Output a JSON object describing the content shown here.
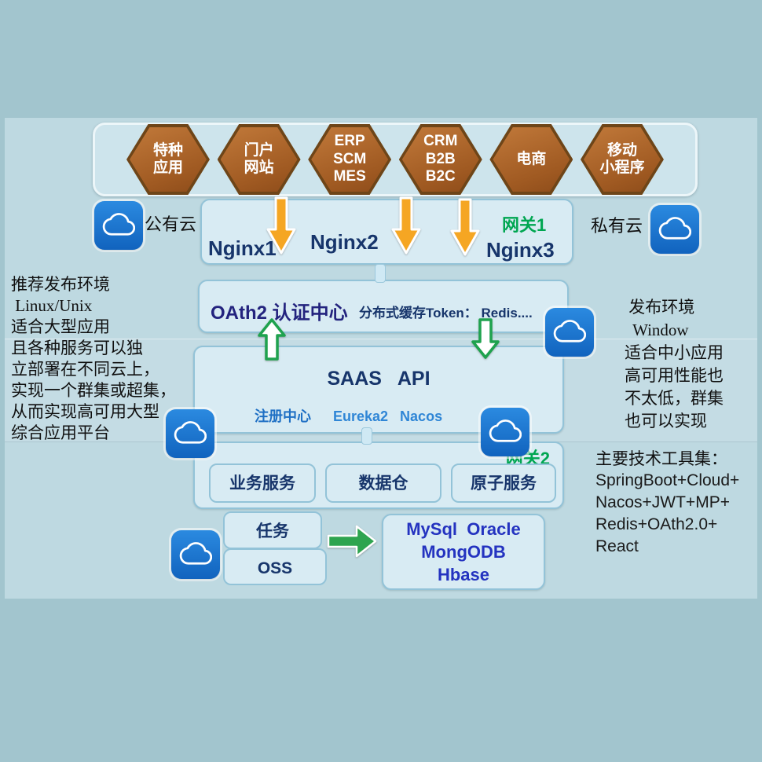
{
  "hexagons": [
    {
      "lines": [
        "特种",
        "应用"
      ]
    },
    {
      "lines": [
        "门户",
        "网站"
      ]
    },
    {
      "lines": [
        "ERP",
        "SCM",
        "MES"
      ]
    },
    {
      "lines": [
        "CRM",
        "B2B",
        "B2C"
      ]
    },
    {
      "lines": [
        "电商"
      ]
    },
    {
      "lines": [
        "移动",
        "小程序"
      ]
    }
  ],
  "gateway_row": {
    "public_cloud": "公有云",
    "private_cloud": "私有云",
    "nginx1": "Nginx1",
    "nginx2": "Nginx2",
    "nginx3": "Nginx3",
    "gateway1": "网关1"
  },
  "oauth": {
    "title": "OAth2 认证中心",
    "cache": "分布式缓存Token： Redis...."
  },
  "saas": {
    "title": "SAAS   API",
    "registry_label": "注册中心",
    "registry_values": "Eureka2   Nacos",
    "gateway2": "网关2"
  },
  "services": {
    "business": "业务服务",
    "warehouse": "数据仓",
    "atomic": "原子服务"
  },
  "lower": {
    "task": "任务",
    "oss": "OSS",
    "db_lines": [
      "MySql  Oracle",
      "MongODB",
      "Hbase"
    ]
  },
  "left_note_lines": [
    "推荐发布环境",
    " Linux/Unix",
    "适合大型应用",
    "且各种服务可以独",
    "立部署在不同云上，",
    "实现一个群集或超集，",
    "从而实现高可用大型",
    "综合应用平台"
  ],
  "right_note_lines": [
    " 发布环境",
    "  Window",
    "适合中小应用",
    "高可用性能也",
    "不太低，群集",
    "也可以实现"
  ],
  "tech_note": {
    "title": "主要技术工具集：",
    "lines": [
      "SpringBoot+Cloud+",
      "Nacos+JWT+MP+",
      "Redis+OAth2.0+",
      "React"
    ]
  },
  "colors": {
    "hexagon": "#a95f26",
    "cloud_icon": "#1668c4",
    "gateway_green": "#00a651",
    "navy_text": "#17356b",
    "yellow_arrow": "#f5a623",
    "green_arrow": "#1fa24e"
  }
}
